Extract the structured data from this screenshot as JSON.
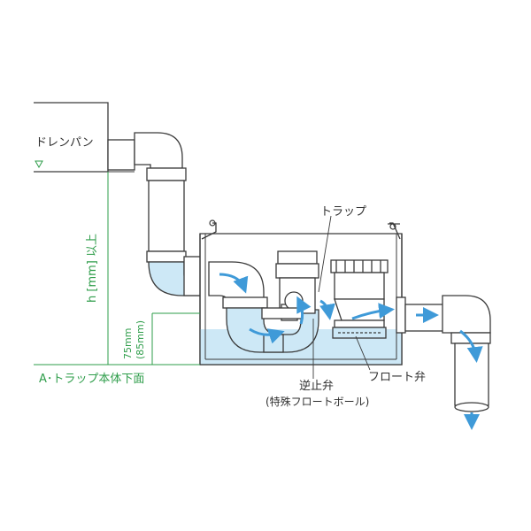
{
  "labels": {
    "drain_pan": "ドレンパン",
    "trap": "トラップ",
    "height_requirement": "h [mm] 以上",
    "height_75": "75mm",
    "height_85": "(85mm)",
    "trap_bottom": "A･トラップ本体下面",
    "check_valve": "逆止弁",
    "check_valve_note": "(特殊フロートボール)",
    "float_valve": "フロート弁"
  },
  "colors": {
    "line": "#3a3a3a",
    "pipe_fill": "#ffffff",
    "water_fill": "#cde8f6",
    "flow_arrow": "#3f9ad8",
    "dimension": "#2e9d4a"
  },
  "icons": {
    "water_level": "triangle-down-icon"
  }
}
